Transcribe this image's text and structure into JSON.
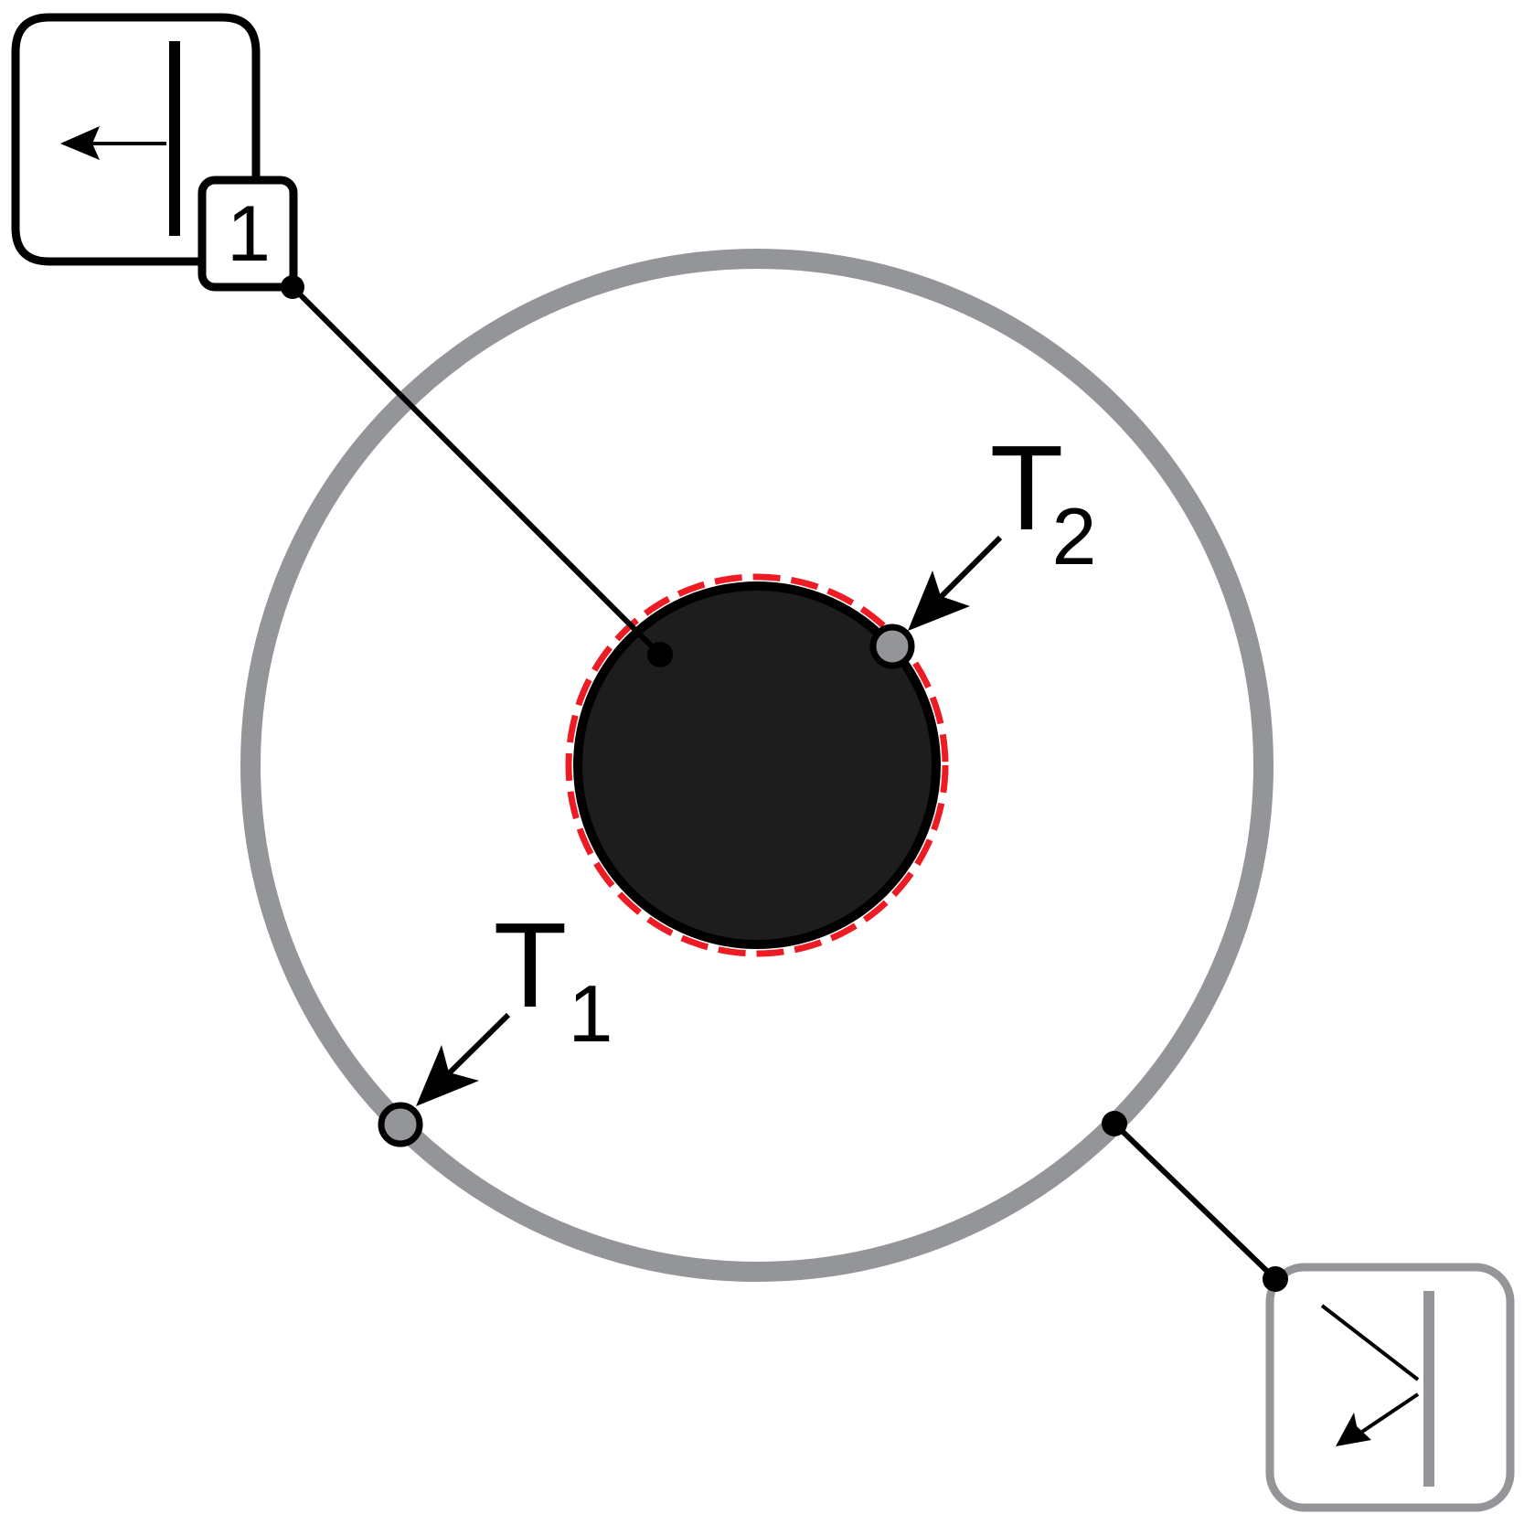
{
  "colors": {
    "ink": "#000000",
    "outer_ring": "#939598",
    "core_fill": "#1d1d1d",
    "dashed_boundary": "#ed1c24",
    "marker_fill": "#939598",
    "detector_frame": "#939598"
  },
  "labels": {
    "T1": {
      "main": "T",
      "sub": "1"
    },
    "T2": {
      "main": "T",
      "sub": "2"
    }
  },
  "source": {
    "badge": "1"
  }
}
